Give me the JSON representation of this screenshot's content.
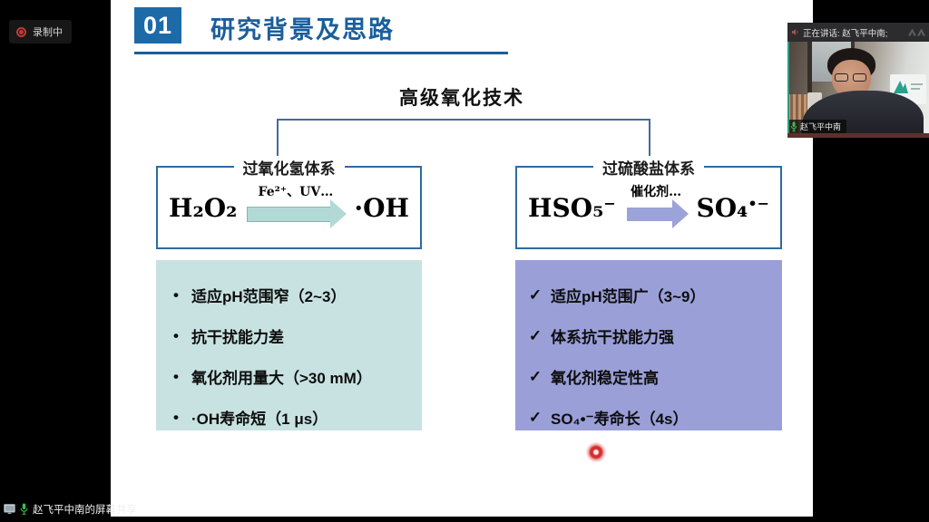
{
  "meeting": {
    "recording_label": "录制中",
    "speaking_banner": "正在讲话: 赵飞平中南;",
    "participant_name": "赵飞平中南",
    "screen_share_label": "赵飞平中南的屏幕共享"
  },
  "slide": {
    "section_number": "01",
    "section_title": "研究背景及思路",
    "heading": "高级氧化技术",
    "h2o2_system": {
      "label": "过氧化氢体系",
      "reactant": "H₂O₂",
      "arrow_label": "Fe²⁺、UV…",
      "product": "·OH",
      "bullet": "•",
      "points": [
        "适应pH范围窄（2~3）",
        "抗干扰能力差",
        "氧化剂用量大（>30 mM）",
        "·OH寿命短（1 μs）"
      ]
    },
    "persulfate_system": {
      "label": "过硫酸盐体系",
      "reactant_base": "HSO₅",
      "reactant_sup": "−",
      "arrow_label": "催化剂…",
      "product_base": "SO₄",
      "product_sup": "•−",
      "bullet": "✓",
      "points": [
        "适应pH范围广（3~9）",
        "体系抗干扰能力强",
        "氧化剂稳定性高",
        "SO₄•⁻寿命长（4s）"
      ]
    }
  },
  "colors": {
    "accent_blue": "#1d6aa8",
    "title_blue": "#1b5e9b",
    "panel_teal": "#c7e2e1",
    "panel_purple": "#9a9fd8",
    "arrow_teal": "#b3d9d6",
    "arrow_purple": "#9ba3d8",
    "laser_red": "#d32f2f",
    "record_red": "#c13a34",
    "mic_green": "#35c24d"
  }
}
